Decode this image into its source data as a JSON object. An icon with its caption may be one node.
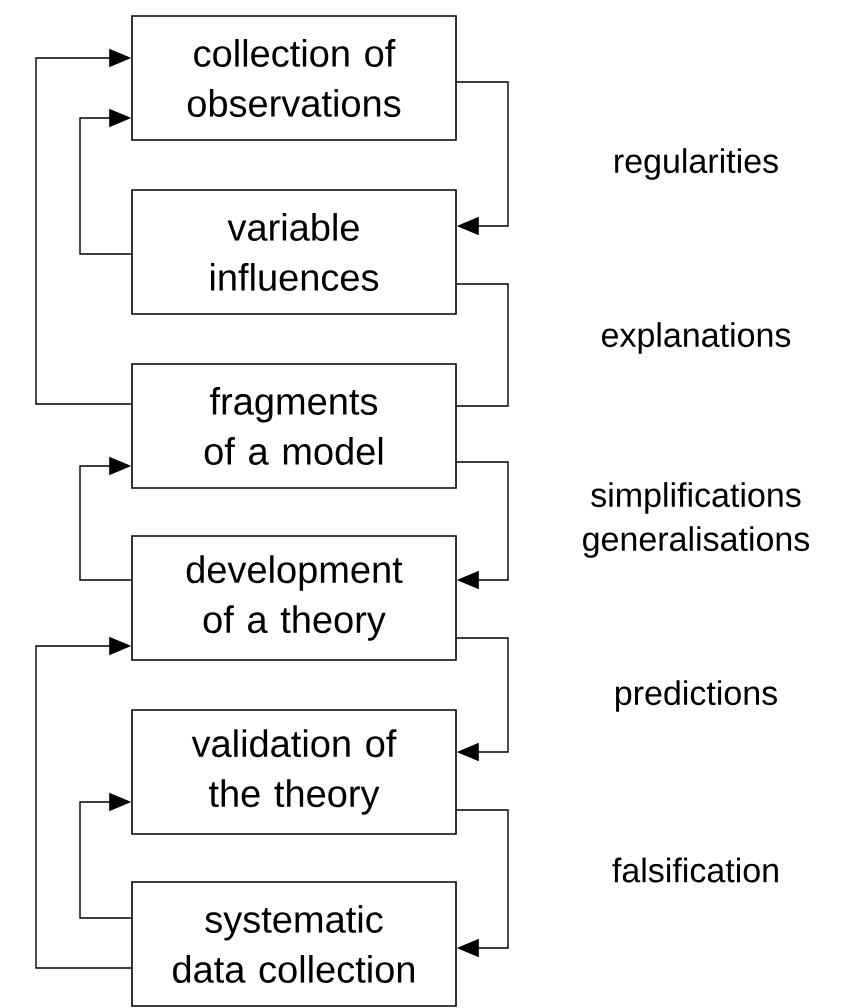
{
  "diagram": {
    "nodes": [
      {
        "text": [
          "collection of observations"
        ]
      },
      {
        "text": [
          "variable influences"
        ]
      },
      {
        "text": [
          "fragments of a model"
        ]
      },
      {
        "text": [
          "development of a theory"
        ]
      },
      {
        "text": [
          "validation of the theory"
        ]
      },
      {
        "text": [
          "systematic data collection"
        ]
      }
    ],
    "edges": [
      {
        "from": 0,
        "to": 1,
        "arrow": "to",
        "label": "regularities"
      },
      {
        "from": 1,
        "to": 2,
        "arrow": "none",
        "label": "explanations"
      },
      {
        "from": 2,
        "to": 3,
        "arrow": "to",
        "label": "simplifications generalisations"
      },
      {
        "from": 3,
        "to": 4,
        "arrow": "to",
        "label": "predictions"
      },
      {
        "from": 4,
        "to": 5,
        "arrow": "to",
        "label": "falsification"
      },
      {
        "from": 1,
        "to": 0,
        "arrow": "to"
      },
      {
        "from": 2,
        "to": 0,
        "arrow": "to"
      },
      {
        "from": 3,
        "to": 2,
        "arrow": "to"
      },
      {
        "from": 5,
        "to": 3,
        "arrow": "to"
      },
      {
        "from": 5,
        "to": 4,
        "arrow": "to"
      }
    ]
  }
}
